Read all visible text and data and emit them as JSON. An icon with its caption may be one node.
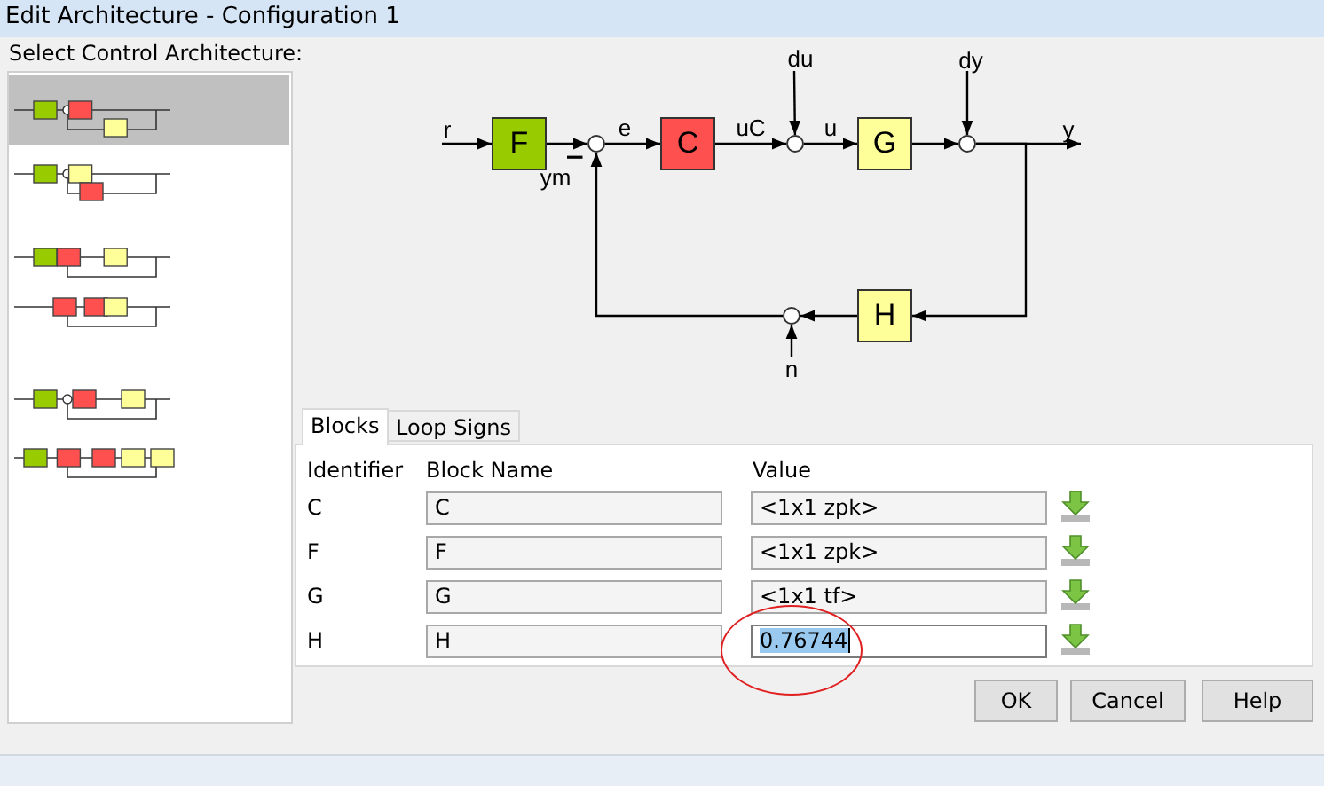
{
  "diagram": {
    "title": "Edit Architecture - Configuration 1",
    "nodes": [
      {
        "text": [
          "F"
        ]
      },
      {
        "text": [],
        "shape": "circle"
      },
      {
        "text": [
          "C"
        ]
      },
      {
        "text": [],
        "shape": "circle"
      },
      {
        "text": [
          "G"
        ]
      },
      {
        "text": [],
        "shape": "circle"
      },
      {
        "text": [
          "H"
        ]
      },
      {
        "text": [],
        "shape": "circle"
      },
      {
        "text": [],
        "shape": "circle"
      }
    ],
    "edges": [
      {
        "from": null,
        "to": 0,
        "arrow": "to",
        "label": "r"
      },
      {
        "from": 0,
        "to": 1,
        "arrow": "to"
      },
      {
        "from": 1,
        "to": 2,
        "arrow": "to",
        "label": "e"
      },
      {
        "from": 2,
        "to": 3,
        "arrow": "to",
        "label": "uC"
      },
      {
        "from": null,
        "to": 3,
        "arrow": "to",
        "label": "du"
      },
      {
        "from": 3,
        "to": 4,
        "arrow": "to",
        "label": "u"
      },
      {
        "from": null,
        "to": 5,
        "arrow": "to",
        "label": "dy"
      },
      {
        "from": 4,
        "to": 5,
        "arrow": "to"
      },
      {
        "from": 5,
        "to": null,
        "arrow": "to",
        "label": "y"
      },
      {
        "from": 5,
        "to": 6,
        "arrow": "to"
      },
      {
        "from": 6,
        "to": 7,
        "arrow": "to"
      },
      {
        "from": null,
        "to": 7,
        "arrow": "to",
        "label": "n"
      },
      {
        "from": 7,
        "to": 1,
        "arrow": "to",
        "label": "ym"
      }
    ],
    "labels": [
      "Select Control Architecture:",
      "−",
      "Blocks",
      "Loop Signs",
      "Identifier",
      "Block Name",
      "Value",
      "C",
      "C",
      "<1x1 zpk>",
      "F",
      "F",
      "<1x1 zpk>",
      "G",
      "G",
      "<1x1 tf>",
      "H",
      "H",
      "0.76744",
      "OK",
      "Cancel",
      "Help"
    ]
  }
}
